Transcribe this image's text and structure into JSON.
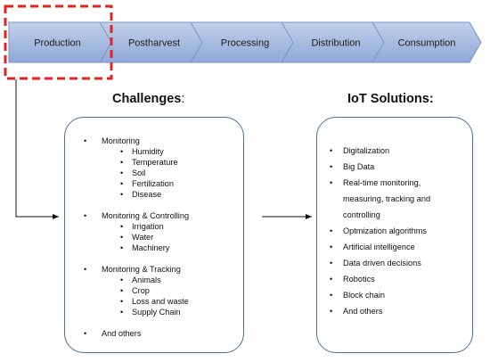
{
  "stages": [
    "Production",
    "Postharvest",
    "Processing",
    "Distribution",
    "Consumption"
  ],
  "highlighted_stage": "Production",
  "colors": {
    "chevron_fill_top": "#b8c7e6",
    "chevron_fill_bottom": "#8da7d6",
    "chevron_stroke": "#7c93c3",
    "highlight": "#e02424",
    "box_border": "#4a6c99"
  },
  "challenges": {
    "title": "Challenges",
    "title_suffix": ":",
    "groups": [
      {
        "label": "Monitoring",
        "items": [
          "Humidity",
          "Temperature",
          "Soil",
          "Fertilization",
          "Disease"
        ]
      },
      {
        "label": "Monitoring & Controlling",
        "items": [
          "Irrigation",
          "Water",
          "Machinery"
        ]
      },
      {
        "label": "Monitoring & Tracking",
        "items": [
          "Animals",
          "Crop",
          "Loss and waste",
          "Supply Chain"
        ]
      },
      {
        "label": "And others",
        "items": []
      }
    ]
  },
  "solutions": {
    "title": "IoT Solutions:",
    "items": [
      [
        "Digitalization"
      ],
      [
        "Big Data"
      ],
      [
        "Real-time monitoring,",
        "measuring, tracking and",
        "controlling"
      ],
      [
        "Optmization algorithms"
      ],
      [
        "Artificial intelligence"
      ],
      [
        "Data driven decisions"
      ],
      [
        "Robotics"
      ],
      [
        "Block chain"
      ],
      [
        "And others"
      ]
    ]
  }
}
